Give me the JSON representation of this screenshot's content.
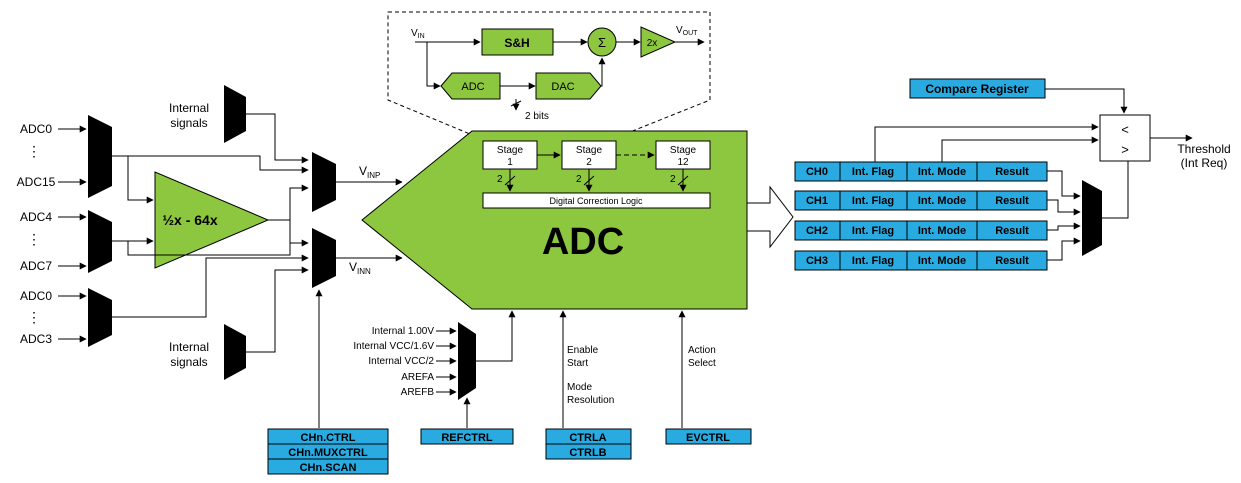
{
  "colors": {
    "block_green": "#8dc63f",
    "register_blue": "#29abe2",
    "mux_black": "#000000",
    "wire": "#000000"
  },
  "inputs": {
    "group1": [
      "ADC0",
      "ADC15"
    ],
    "group2": [
      "ADC4",
      "ADC7"
    ],
    "group3": [
      "ADC0",
      "ADC3"
    ],
    "ellipsis": "⋮"
  },
  "internal_signals": "Internal signals",
  "internal_signals_lines": [
    "Internal",
    "signals"
  ],
  "gain": {
    "label": "½x - 64x"
  },
  "vinp": {
    "main": "V",
    "sub": "INP"
  },
  "vinn": {
    "main": "V",
    "sub": "INN"
  },
  "pipeline_detail": {
    "vin": {
      "main": "V",
      "sub": "IN"
    },
    "vout": {
      "main": "V",
      "sub": "OUT"
    },
    "sh": "S&H",
    "sum": "Σ",
    "gain2x": "2x",
    "adc": "ADC",
    "dac": "DAC",
    "bits": "2 bits"
  },
  "adc_core": {
    "title": "ADC",
    "stages": [
      {
        "line1": "Stage",
        "line2": "1"
      },
      {
        "line1": "Stage",
        "line2": "2"
      },
      {
        "line1": "Stage",
        "line2": "12"
      }
    ],
    "bus_label": "2",
    "correction": "Digital Correction Logic"
  },
  "reference": {
    "inputs": [
      "Internal 1.00V",
      "Internal VCC/1.6V",
      "Internal VCC/2",
      "AREFA",
      "AREFB"
    ],
    "register": "REFCTRL"
  },
  "control_labels": {
    "enable": "Enable",
    "start": "Start",
    "mode": "Mode",
    "resolution": "Resolution",
    "action": "Action",
    "select": "Select"
  },
  "registers": {
    "chn": [
      "CHn.CTRL",
      "CHn.MUXCTRL",
      "CHn.SCAN"
    ],
    "ctrl": [
      "CTRLA",
      "CTRLB"
    ],
    "evctrl": "EVCTRL",
    "compare": "Compare Register"
  },
  "channels": [
    {
      "name": "CH0",
      "flag": "Int. Flag",
      "mode": "Int. Mode",
      "result": "Result"
    },
    {
      "name": "CH1",
      "flag": "Int. Flag",
      "mode": "Int. Mode",
      "result": "Result"
    },
    {
      "name": "CH2",
      "flag": "Int. Flag",
      "mode": "Int. Mode",
      "result": "Result"
    },
    {
      "name": "CH3",
      "flag": "Int. Flag",
      "mode": "Int. Mode",
      "result": "Result"
    }
  ],
  "comparator": {
    "lt": "<",
    "gt": ">"
  },
  "threshold": {
    "line1": "Threshold",
    "line2": "(Int Req)"
  }
}
